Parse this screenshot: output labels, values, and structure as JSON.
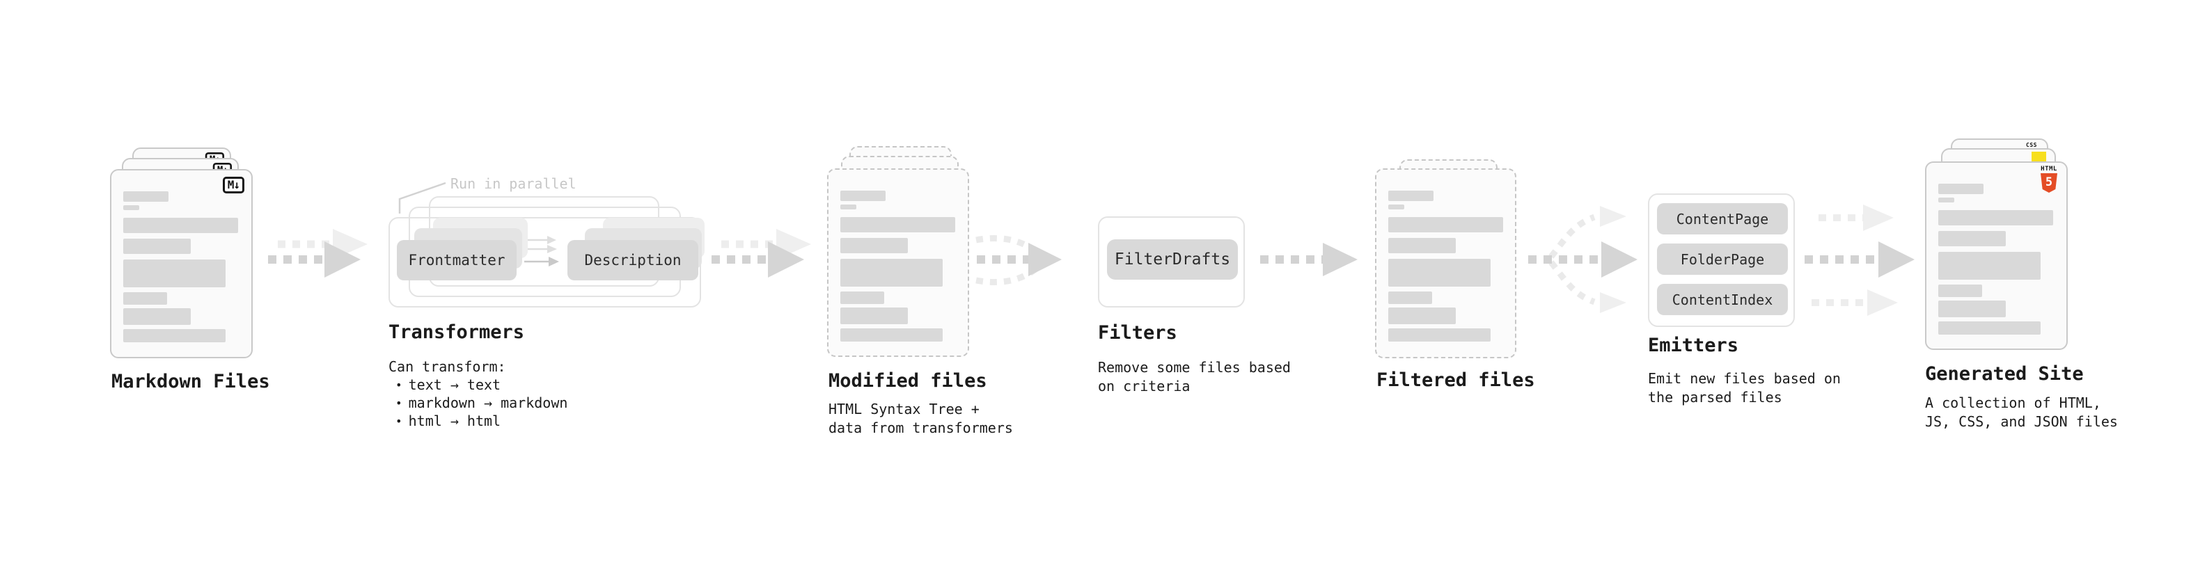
{
  "markdown_files": {
    "label": "Markdown Files",
    "badge": "M↓"
  },
  "transformers": {
    "callout": "Run in parallel",
    "pills": [
      "Frontmatter",
      "Description"
    ],
    "label": "Transformers",
    "desc_heading": "Can transform:",
    "bullet": "•",
    "bullets": [
      "text → text",
      "markdown → markdown",
      "html → html"
    ]
  },
  "modified_files": {
    "label": "Modified files",
    "desc": [
      "HTML Syntax Tree +",
      "data from transformers"
    ]
  },
  "filters": {
    "pill": "FilterDrafts",
    "label": "Filters",
    "desc": [
      "Remove some files based",
      "on criteria"
    ]
  },
  "filtered_files": {
    "label": "Filtered files"
  },
  "emitters": {
    "pills": [
      "ContentPage",
      "FolderPage",
      "ContentIndex"
    ],
    "label": "Emitters",
    "desc": [
      "Emit new files based on",
      "the parsed files"
    ]
  },
  "generated_site": {
    "label": "Generated Site",
    "desc": [
      "A collection of HTML,",
      "JS, CSS, and JSON files"
    ],
    "css_badge": "CSS",
    "html_badge_text": "HTML",
    "html_badge_number": "5"
  },
  "colors": {
    "html5_orange": "#e44d26",
    "js_yellow": "#f7df1e",
    "css_blue": "#2965f1",
    "arrow_dark": "#d2d2d2",
    "arrow_light": "#ededed"
  }
}
